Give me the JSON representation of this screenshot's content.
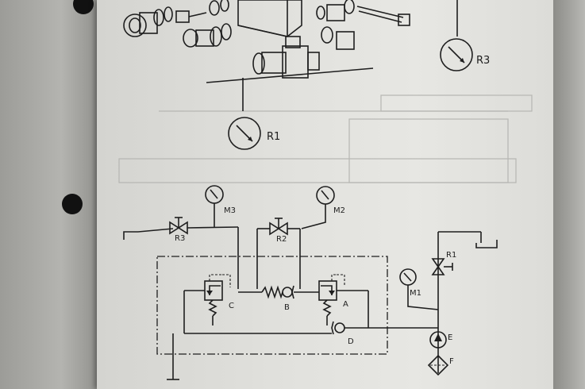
{
  "exploded_view": {
    "gauge_r1_label": "R1",
    "gauge_r3_label": "R3"
  },
  "schematic": {
    "gauges": [
      {
        "label": "M3"
      },
      {
        "label": "M2"
      },
      {
        "label": "M1"
      }
    ],
    "valves": [
      {
        "label": "R3"
      },
      {
        "label": "R2"
      },
      {
        "label": "R1"
      }
    ],
    "components": {
      "relief_c": "C",
      "check_b": "B",
      "relief_a": "A",
      "check_d": "D",
      "pump_e": "E",
      "filter_f": "F"
    }
  },
  "colors": {
    "ink": "#1e1e1e",
    "paper": "#e2e2de",
    "binder_hole": "#111111"
  }
}
